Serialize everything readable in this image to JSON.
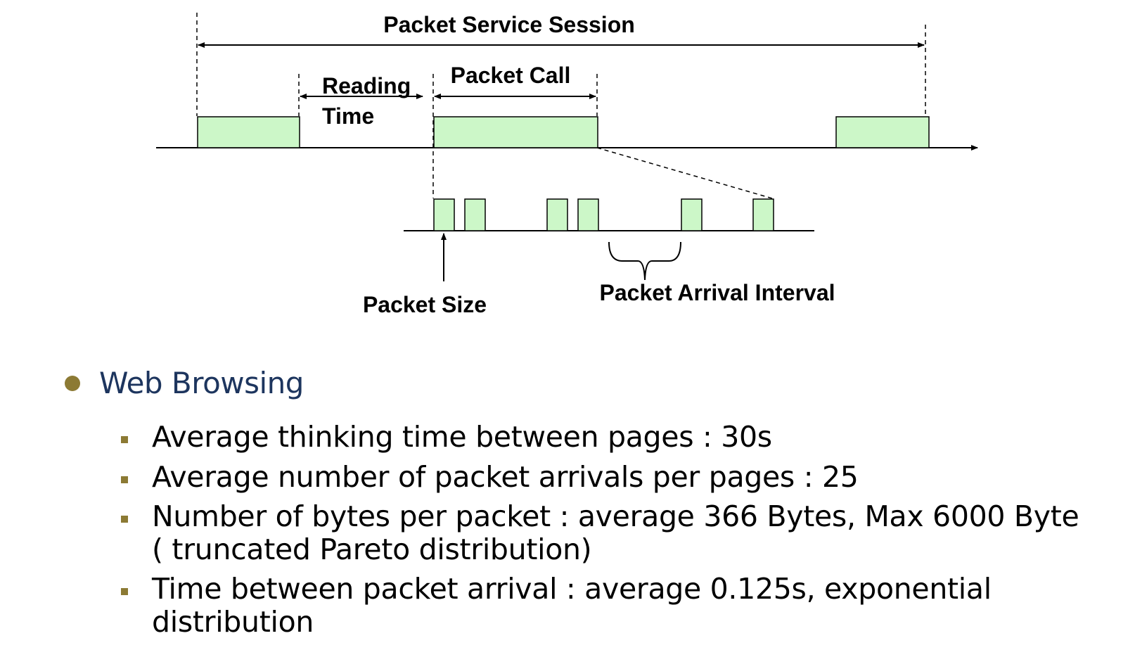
{
  "diagram": {
    "labels": {
      "session": "Packet Service Session",
      "reading_1": "Reading",
      "reading_2": "Time",
      "call": "Packet Call",
      "size": "Packet Size",
      "interval": "Packet Arrival Interval"
    },
    "colors": {
      "block_fill": "#ccf7c8",
      "line": "#000000"
    }
  },
  "bullets": {
    "title": "Web Browsing",
    "title_color": "#1d355e",
    "bullet_color": "#8c7a34",
    "items": [
      {
        "line1": "Average thinking time between pages : 30s"
      },
      {
        "line1": "Average number of packet arrivals per pages : 25"
      },
      {
        "line1": "Number of bytes per packet : average 366 Bytes, Max 6000 Byte",
        "line2": "( truncated Pareto distribution)"
      },
      {
        "line1": "Time between packet arrival : average 0.125s, exponential",
        "line2": "distribution"
      }
    ]
  }
}
